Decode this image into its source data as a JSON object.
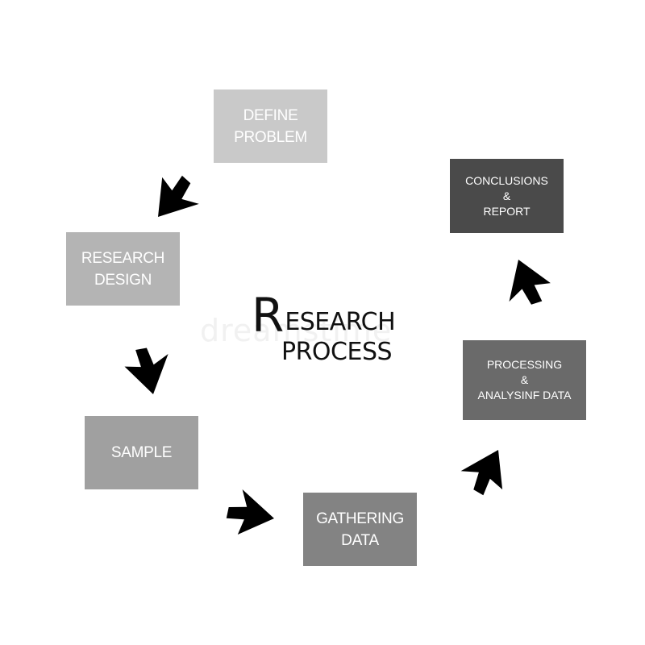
{
  "title": {
    "first_letter": "R",
    "rest": "ESEARCH",
    "line2": "PROCESS"
  },
  "watermark": "dreamstime",
  "steps": {
    "define_problem": {
      "line1": "DEFINE",
      "line2": "PROBLEM",
      "color": "#c9c9c9"
    },
    "research_design": {
      "line1": "RESEARCH",
      "line2": "DESIGN",
      "color": "#b4b4b4"
    },
    "sample": {
      "line1": "SAMPLE",
      "color": "#a0a0a0"
    },
    "gathering_data": {
      "line1": "GATHERING",
      "line2": "DATA",
      "color": "#838383"
    },
    "processing": {
      "line1": "PROCESSING",
      "line2": "&",
      "line3": "ANALYSINF DATA",
      "color": "#6a6a6a"
    },
    "conclusions": {
      "line1": "CONCLUSIONS",
      "line2": "&",
      "line3": "REPORT",
      "color": "#4a4a4a"
    }
  },
  "arrow_color": "#000000",
  "arrow_icon": "cursor-arrow-icon"
}
